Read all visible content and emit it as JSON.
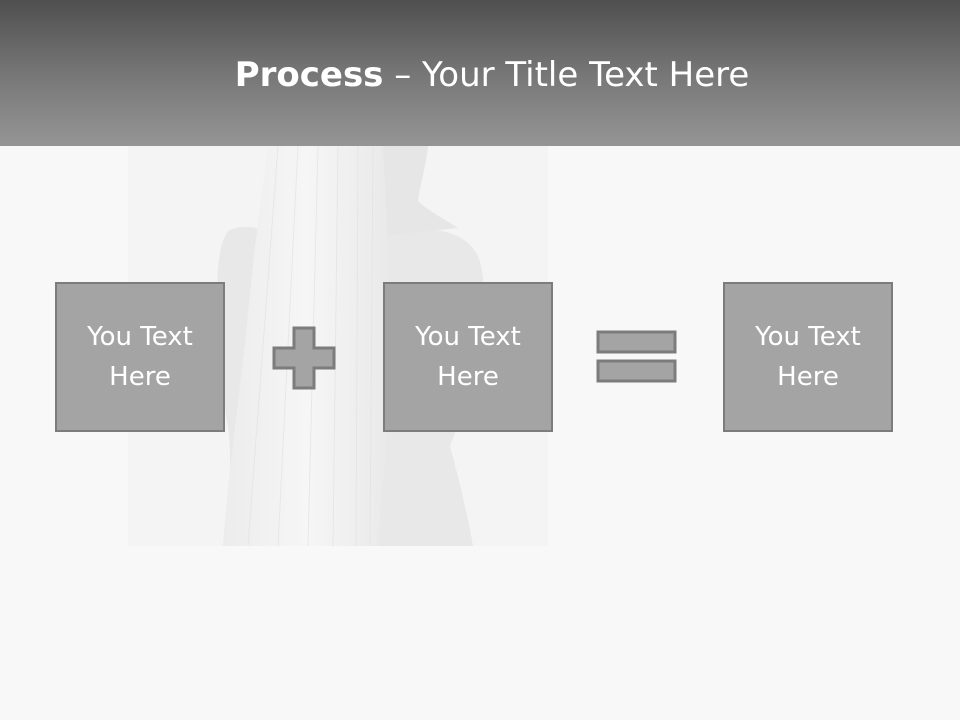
{
  "title": {
    "strong": "Process",
    "rest": " – Your Title Text Here"
  },
  "boxes": [
    {
      "text": "You Text\nHere"
    },
    {
      "text": "You Text\nHere"
    },
    {
      "text": "You Text\nHere"
    }
  ],
  "operators": [
    "plus-icon",
    "equals-icon"
  ],
  "colors": {
    "header_top": "#4f4f4f",
    "header_bottom": "#959595",
    "box_fill": "#a4a4a4",
    "box_border": "#7c7c7c",
    "background": "#f8f8f8"
  }
}
